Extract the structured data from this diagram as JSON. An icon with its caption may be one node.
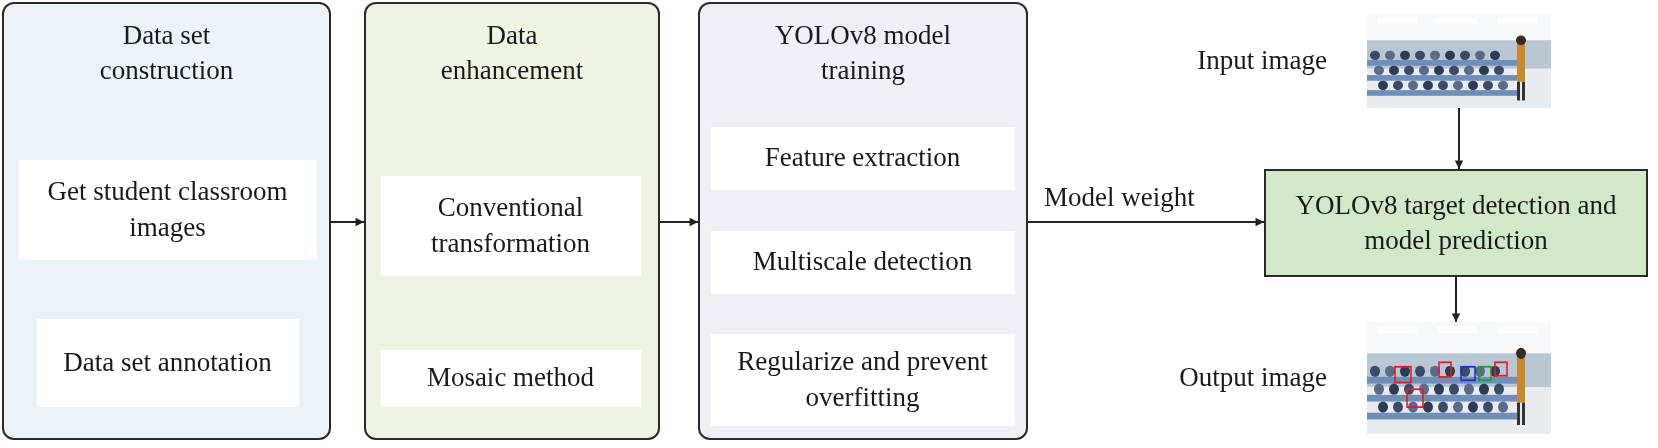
{
  "diagram": {
    "nodes": [
      {
        "text": [
          "Data set construction"
        ]
      },
      {
        "text": [
          "Get student classroom images"
        ],
        "in": 0
      },
      {
        "text": [
          "Data set annotation"
        ],
        "in": 0
      },
      {
        "text": [
          "Data enhancement"
        ]
      },
      {
        "text": [
          "Conventional transformation"
        ],
        "in": 3
      },
      {
        "text": [
          "Mosaic method"
        ],
        "in": 3
      },
      {
        "text": [
          "YOLOv8 model training"
        ]
      },
      {
        "text": [
          "Feature extraction"
        ],
        "in": 6
      },
      {
        "text": [
          "Multiscale detection"
        ],
        "in": 6
      },
      {
        "text": [
          "Regularize and prevent overfitting"
        ],
        "in": 6
      },
      {
        "text": [],
        "shape": "picture",
        "beside": [
          "Input image"
        ]
      },
      {
        "text": [
          "YOLOv8 target detection and model prediction"
        ]
      },
      {
        "text": [],
        "shape": "picture",
        "beside": [
          "Output image"
        ]
      }
    ],
    "edges": [
      {
        "from": 0,
        "to": 3,
        "arrow": "to"
      },
      {
        "from": 3,
        "to": 6,
        "arrow": "to"
      },
      {
        "from": 6,
        "to": 11,
        "arrow": "to",
        "label": "Model weight"
      },
      {
        "from": 10,
        "to": 11,
        "arrow": "to"
      },
      {
        "from": 11,
        "to": 12,
        "arrow": "to"
      }
    ]
  }
}
